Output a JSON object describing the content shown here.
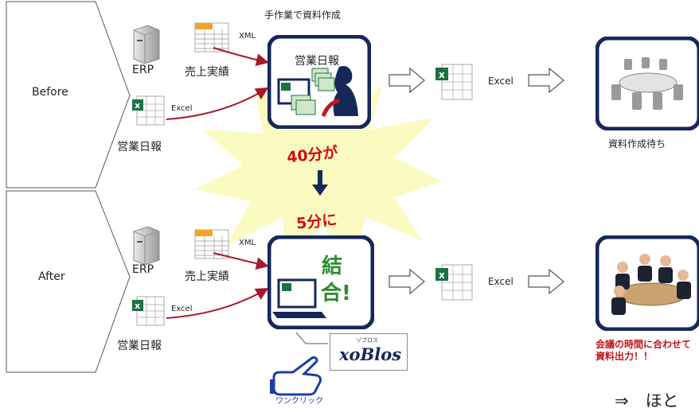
{
  "before": {
    "label": "Before",
    "manual_title": "手作業で資料作成",
    "panel_title": "営業日報",
    "waiting_label": "資料作成待ち"
  },
  "after": {
    "label": "After",
    "merge_text_1": "結",
    "merge_text_2": "合!",
    "result_label": "会議の時間に合わせて資料出力！！"
  },
  "sources": {
    "erp": "ERP",
    "xml_tag": "XML",
    "sales_results": "売上実績",
    "excel_tag": "Excel",
    "daily_report": "営業日報"
  },
  "output": {
    "excel": "Excel"
  },
  "time": {
    "before": "40分が",
    "after": "5分に"
  },
  "xoblos": {
    "ruby": "ゾブロス",
    "logo": "xoBlos",
    "one_click": "ワンクリック"
  },
  "footer_text": "⇒　ほと",
  "colors": {
    "navy": "#16285a",
    "red": "#c0171c",
    "burst": "#fbfac0",
    "excel_green": "#1e7145"
  }
}
